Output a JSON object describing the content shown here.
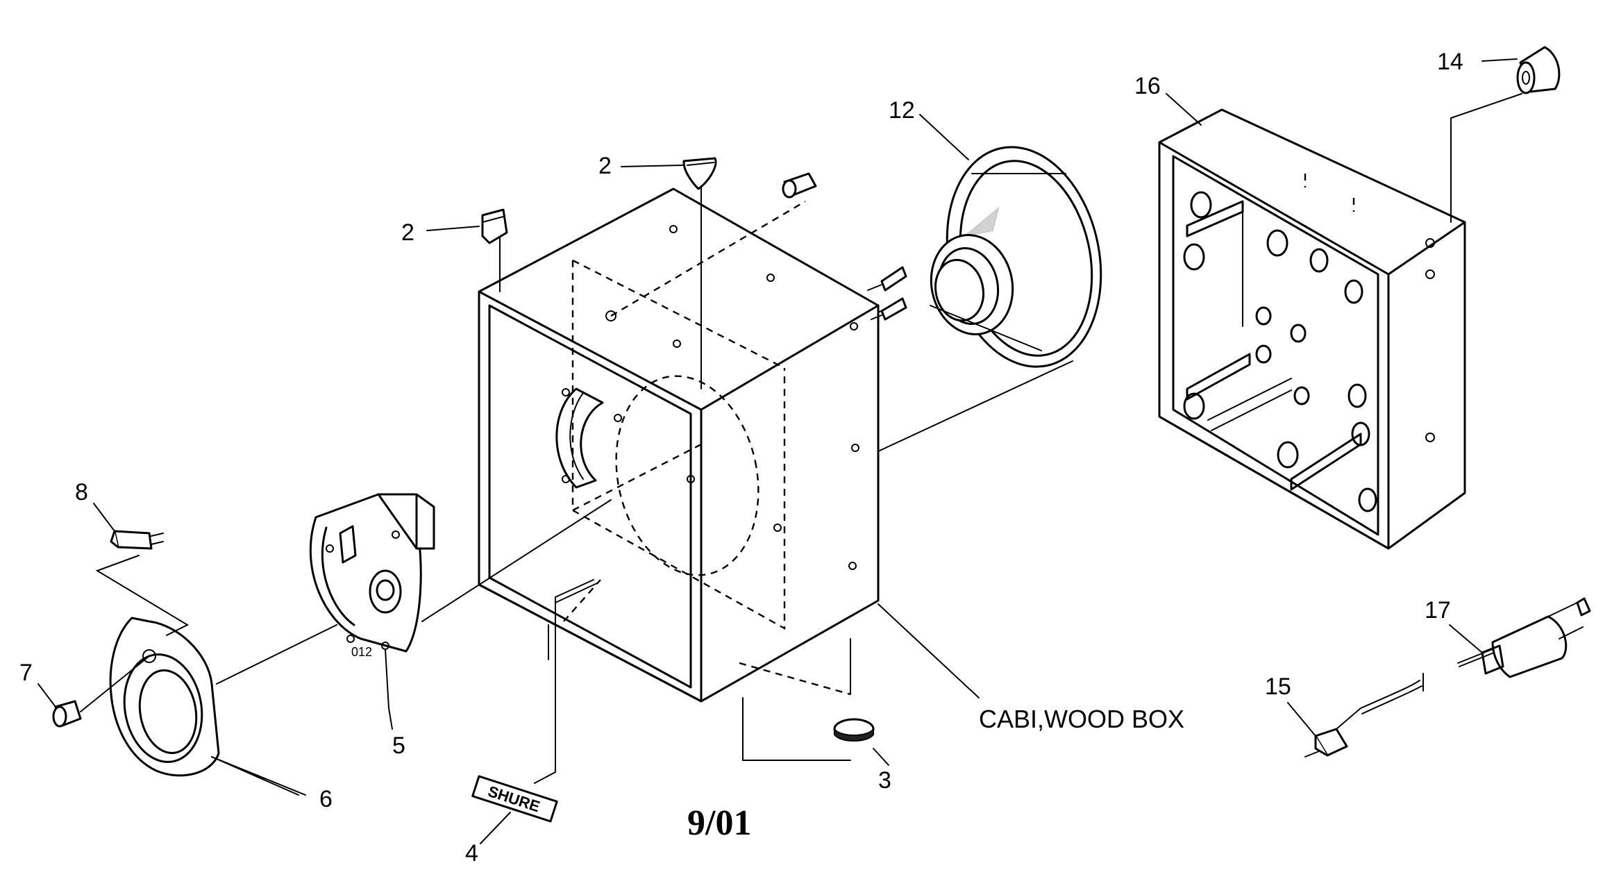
{
  "callouts": {
    "c2a": "2",
    "c2b": "2",
    "c3": "3",
    "c4": "4",
    "c5": "5",
    "c6": "6",
    "c7": "7",
    "c8": "8",
    "c12": "12",
    "c14": "14",
    "c15": "15",
    "c16": "16",
    "c17": "17"
  },
  "cabinet_label": "CABI,WOOD BOX",
  "revision_date": "9/01",
  "badge_text": "SHURE"
}
